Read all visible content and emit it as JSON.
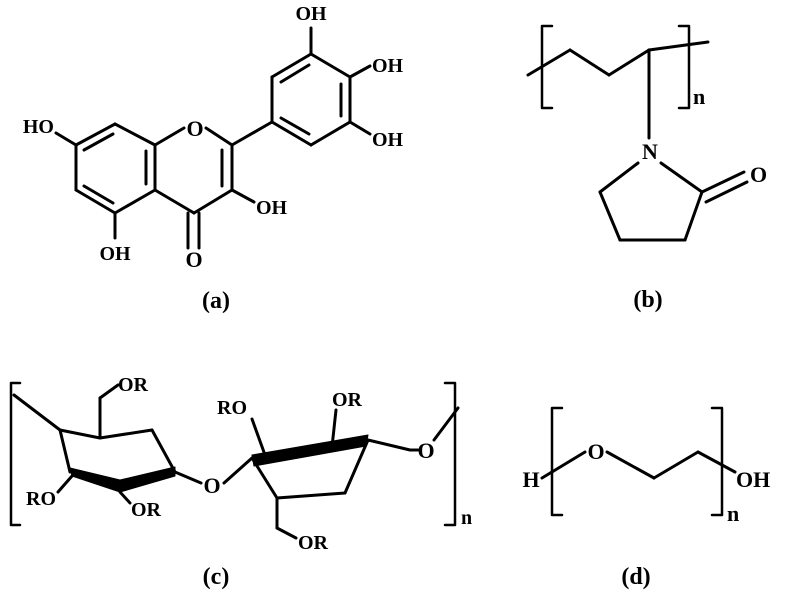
{
  "panels": {
    "a": {
      "caption": "(a)",
      "labels": {
        "oh_top": "OH",
        "oh_right_upper": "OH",
        "oh_right_lower": "OH",
        "oh_left": "HO",
        "oh_ring_c": "OH",
        "oh_bottom": "OH",
        "ring_o": "O",
        "carbonyl_o": "O"
      }
    },
    "b": {
      "caption": "(b)",
      "labels": {
        "nitrogen": "N",
        "carbonyl_o": "O",
        "repeat_n": "n"
      }
    },
    "c": {
      "caption": "(c)",
      "labels": {
        "or_top_left": "OR",
        "ro_top_mid": "RO",
        "or_top_right": "OR",
        "ro_bottom_left": "RO",
        "or_bottom_mid": "OR",
        "or_bottom_right": "OR",
        "bridge_o": "O",
        "terminal_o": "O",
        "repeat_n": "n"
      }
    },
    "d": {
      "caption": "(d)",
      "labels": {
        "h": "H",
        "o": "O",
        "oh": "OH",
        "repeat_n": "n"
      }
    }
  }
}
